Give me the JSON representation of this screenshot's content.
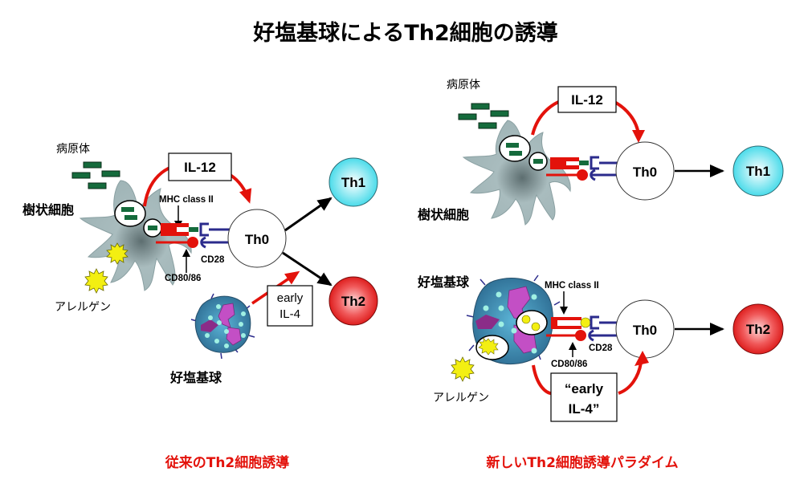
{
  "title": "好塩基球によるTh2細胞の誘導",
  "colors": {
    "red": "#e3120b",
    "blue_receptor": "#2b2b8c",
    "pathogen_green": "#156b3c",
    "dendritic_cell": "#9fb4b6",
    "basophil": "#3f86a8",
    "basophil_nucleus": "#c34fc5",
    "granule": "#9ff0e3",
    "allergen": "#f3ef12",
    "th1": "#4fe0ec",
    "th2": "#e8201f"
  },
  "left_panel": {
    "caption": "従来のTh2細胞誘導",
    "pathogen_label": "病原体",
    "dendritic_cell_label": "樹状細胞",
    "allergen_label": "アレルゲン",
    "basophil_label": "好塩基球",
    "il12_label": "IL-12",
    "mhc_label": "MHC class II",
    "cd28_label": "CD28",
    "cd80_label": "CD80/86",
    "early_il4_line1": "early",
    "early_il4_line2": "IL-4",
    "th0": "Th0",
    "th1": "Th1",
    "th2": "Th2"
  },
  "right_panel": {
    "caption": "新しいTh2細胞誘導パラダイム",
    "pathogen_label": "病原体",
    "dendritic_cell_label": "樹状細胞",
    "basophil_label": "好塩基球",
    "allergen_label": "アレルゲン",
    "il12_label": "IL-12",
    "mhc_label": "MHC class II",
    "cd28_label": "CD28",
    "cd80_label": "CD80/86",
    "early_il4_line1": "“early",
    "early_il4_line2": "IL-4”",
    "th0_top": "Th0",
    "th1": "Th1",
    "th0_bottom": "Th0",
    "th2": "Th2"
  }
}
